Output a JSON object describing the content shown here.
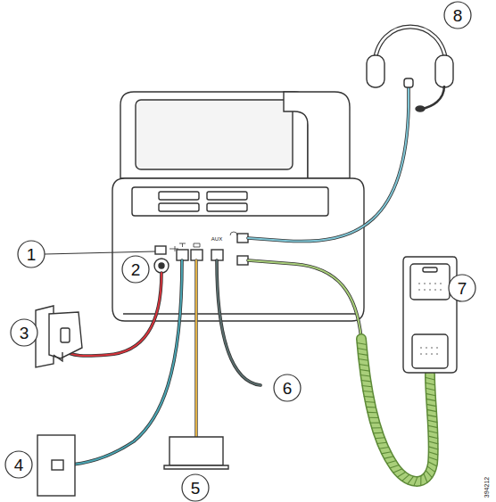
{
  "diagram": {
    "labels": [
      "1",
      "2",
      "3",
      "4",
      "5",
      "6",
      "7",
      "8",
      "AUX",
      "394212"
    ]
  }
}
